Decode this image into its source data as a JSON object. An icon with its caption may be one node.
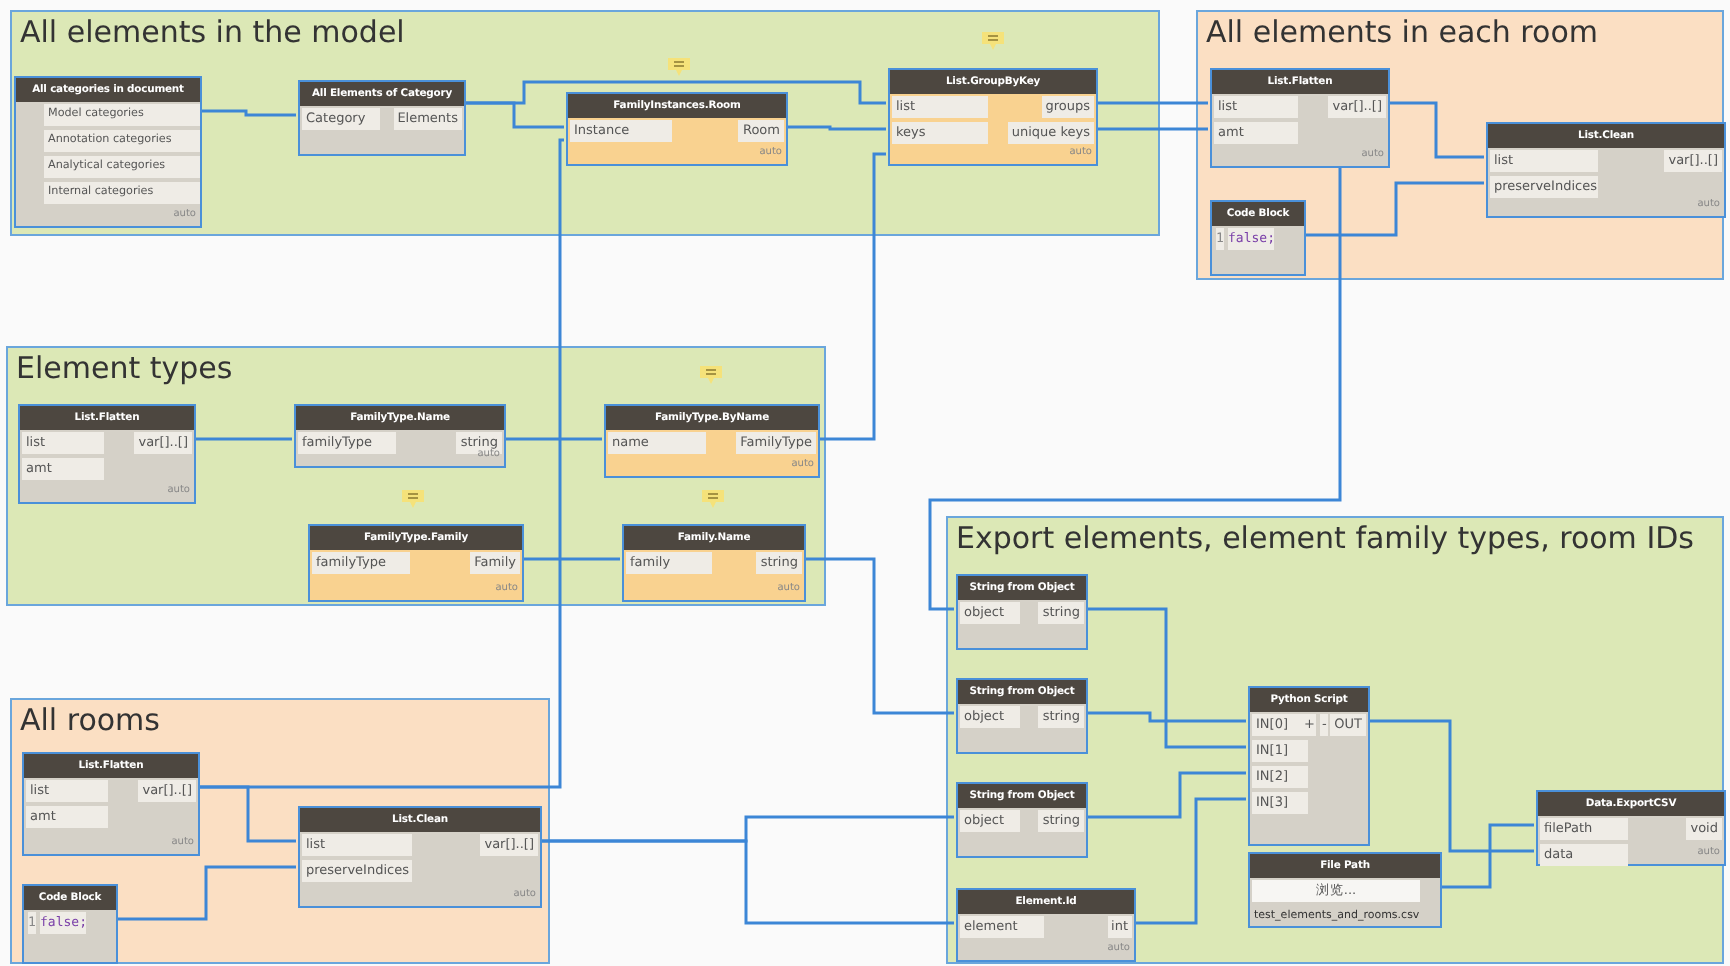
{
  "diagram": {
    "nodes": [
      {
        "text": [
          "All elements in the model"
        ]
      },
      {
        "text": [
          "All categories in document",
          "Model categories",
          "Annotation categories",
          "Analytical categories",
          "Internal categories",
          "auto"
        ],
        "in": 0
      },
      {
        "text": [
          "All Elements of Category",
          "Category",
          "Elements"
        ],
        "in": 0
      },
      {
        "text": [
          "FamilyInstances.Room",
          "Instance",
          "Room",
          "auto"
        ],
        "in": 0
      },
      {
        "text": [
          "List.GroupByKey",
          "list",
          "keys",
          "groups",
          "unique keys",
          "auto"
        ],
        "in": 0
      },
      {
        "text": [
          "All elements in each room"
        ]
      },
      {
        "text": [
          "List.Flatten",
          "list",
          "amt",
          "var[]..[]",
          "auto"
        ],
        "in": 5
      },
      {
        "text": [
          "List.Clean",
          "list",
          "preserveIndices",
          "var[]..[]",
          "auto"
        ],
        "in": 5
      },
      {
        "text": [
          "Code Block",
          "1",
          "false;"
        ],
        "in": 5
      },
      {
        "text": [
          "Element types"
        ]
      },
      {
        "text": [
          "List.Flatten",
          "list",
          "amt",
          "var[]..[]",
          "auto"
        ],
        "in": 9
      },
      {
        "text": [
          "FamilyType.Name",
          "familyType",
          "string",
          "auto"
        ],
        "in": 9
      },
      {
        "text": [
          "FamilyType.ByName",
          "name",
          "FamilyType",
          "auto"
        ],
        "in": 9
      },
      {
        "text": [
          "FamilyType.Family",
          "familyType",
          "Family",
          "auto"
        ],
        "in": 9
      },
      {
        "text": [
          "Family.Name",
          "family",
          "string",
          "auto"
        ],
        "in": 9
      },
      {
        "text": [
          "All rooms"
        ]
      },
      {
        "text": [
          "List.Flatten",
          "list",
          "amt",
          "var[]..[]",
          "auto"
        ],
        "in": 15
      },
      {
        "text": [
          "List.Clean",
          "list",
          "preserveIndices",
          "var[]..[]",
          "auto"
        ],
        "in": 15
      },
      {
        "text": [
          "Code Block",
          "1",
          "false;"
        ],
        "in": 15
      },
      {
        "text": [
          "Export elements, element family types, room IDs"
        ]
      },
      {
        "text": [
          "String from Object",
          "object",
          "string"
        ],
        "in": 19
      },
      {
        "text": [
          "String from Object",
          "object",
          "string"
        ],
        "in": 19
      },
      {
        "text": [
          "String from Object",
          "object",
          "string"
        ],
        "in": 19
      },
      {
        "text": [
          "Element.Id",
          "element",
          "int",
          "auto"
        ],
        "in": 19
      },
      {
        "text": [
          "Python Script",
          "IN[0]",
          "+",
          "-",
          "OUT",
          "IN[1]",
          "IN[2]",
          "IN[3]"
        ],
        "in": 19
      },
      {
        "text": [
          "File Path",
          "浏览...",
          "test_elements_and_rooms.csv"
        ],
        "in": 19
      },
      {
        "text": [
          "Data.ExportCSV",
          "filePath",
          "data",
          "void",
          "auto"
        ],
        "in": 19
      }
    ],
    "edges": [
      {
        "from": 1,
        "to": 2,
        "arrow": "none"
      },
      {
        "from": 2,
        "to": 3,
        "arrow": "none"
      },
      {
        "from": 2,
        "to": 4,
        "arrow": "none"
      },
      {
        "from": 3,
        "to": 4,
        "arrow": "none"
      },
      {
        "from": 4,
        "to": 6,
        "arrow": "none"
      },
      {
        "from": 4,
        "to": 6,
        "arrow": "none"
      },
      {
        "from": 6,
        "to": 7,
        "arrow": "none"
      },
      {
        "from": 8,
        "to": 7,
        "arrow": "none"
      },
      {
        "from": 10,
        "to": 11,
        "arrow": "none"
      },
      {
        "from": 11,
        "to": 12,
        "arrow": "none"
      },
      {
        "from": 12,
        "to": 4,
        "arrow": "none"
      },
      {
        "from": 13,
        "to": 14,
        "arrow": "none"
      },
      {
        "from": 14,
        "to": 21,
        "arrow": "none"
      },
      {
        "from": 16,
        "to": 3,
        "arrow": "none"
      },
      {
        "from": 16,
        "to": 17,
        "arrow": "none"
      },
      {
        "from": 18,
        "to": 17,
        "arrow": "none"
      },
      {
        "from": 17,
        "to": 22,
        "arrow": "none"
      },
      {
        "from": 17,
        "to": 23,
        "arrow": "none"
      },
      {
        "from": 6,
        "to": 20,
        "arrow": "none"
      },
      {
        "from": 20,
        "to": 24,
        "arrow": "none"
      },
      {
        "from": 21,
        "to": 24,
        "arrow": "none"
      },
      {
        "from": 22,
        "to": 24,
        "arrow": "none"
      },
      {
        "from": 23,
        "to": 24,
        "arrow": "none"
      },
      {
        "from": 24,
        "to": 26,
        "arrow": "none"
      },
      {
        "from": 25,
        "to": 26,
        "arrow": "none"
      }
    ]
  }
}
